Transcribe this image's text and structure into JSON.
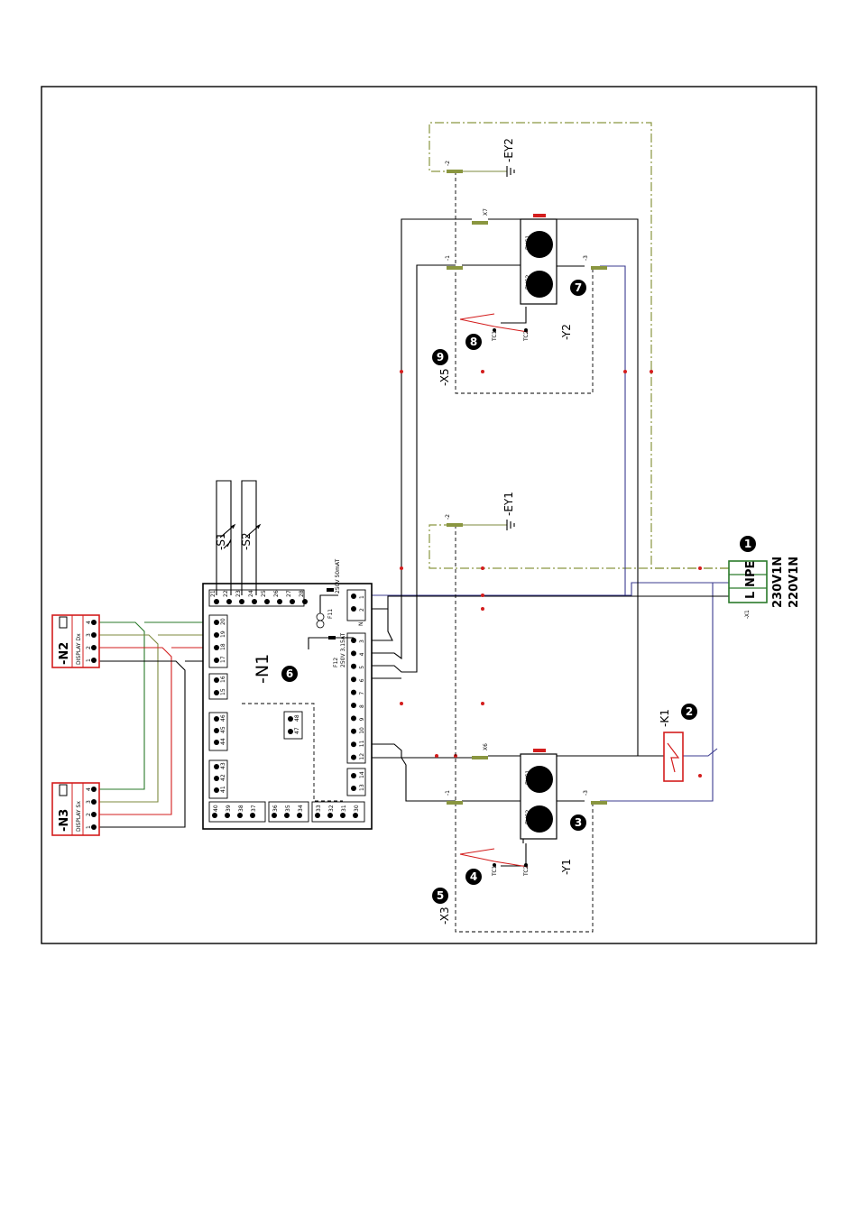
{
  "board": {
    "label": "-N1",
    "callout": "6"
  },
  "fuses": {
    "f11_rating": "250V 50mAT",
    "f11_label": "F11",
    "f12_rating": "250V 3,15AT",
    "f12_label": "F12"
  },
  "supply": {
    "connector": "-X1",
    "terminals": [
      "PE",
      "N",
      "L"
    ],
    "voltage_1": "230V1N",
    "voltage_2": "220V1N",
    "callout": "1"
  },
  "relay": {
    "label": "-K1",
    "callout": "2"
  },
  "displays": [
    {
      "label": "-N2",
      "name": "DISPLAY Dx",
      "pins": [
        "4",
        "3",
        "2",
        "1"
      ]
    },
    {
      "label": "-N3",
      "name": "DISPLAY Sx",
      "pins": [
        "4",
        "3",
        "2",
        "1"
      ]
    }
  ],
  "sensors": [
    {
      "label": "-S1"
    },
    {
      "label": "-S2"
    }
  ],
  "burners": [
    {
      "label": "-Y1",
      "callout": "3",
      "tc_callout": "4",
      "box_label": "-X3",
      "box_callout": "5",
      "ground": "-EY1",
      "conn": "X6"
    },
    {
      "label": "-Y2",
      "callout": "7",
      "tc_callout": "8",
      "box_label": "-X5",
      "box_callout": "9",
      "ground": "-EY2",
      "conn": "X7"
    }
  ],
  "valve_labels": {
    "evg1": "EVG1",
    "evg2": "EVG2",
    "tc1": "TC1",
    "tc2": "TC2"
  },
  "pins": {
    "p1": "-1",
    "p2": "-2",
    "p3": "-3",
    "n": "N"
  },
  "terminal_strips": {
    "top": [
      "21",
      "22",
      "23",
      "24",
      "25",
      "26",
      "27",
      "28"
    ],
    "right_power": [
      "1",
      "2"
    ],
    "right_main": [
      "3",
      "4",
      "5",
      "6",
      "7",
      "8",
      "9",
      "10",
      "11",
      "12"
    ],
    "right_low": [
      "14",
      "13"
    ],
    "left_display": [
      "20",
      "19",
      "18",
      "17"
    ],
    "left_16": [
      "16",
      "15"
    ],
    "left_44": [
      "46",
      "45",
      "44"
    ],
    "left_41": [
      "43",
      "42",
      "41"
    ],
    "inner": [
      "48",
      "47"
    ],
    "bottom": [
      "40",
      "39",
      "38",
      "37",
      "36",
      "35",
      "34",
      "33",
      "32",
      "31",
      "30"
    ]
  }
}
